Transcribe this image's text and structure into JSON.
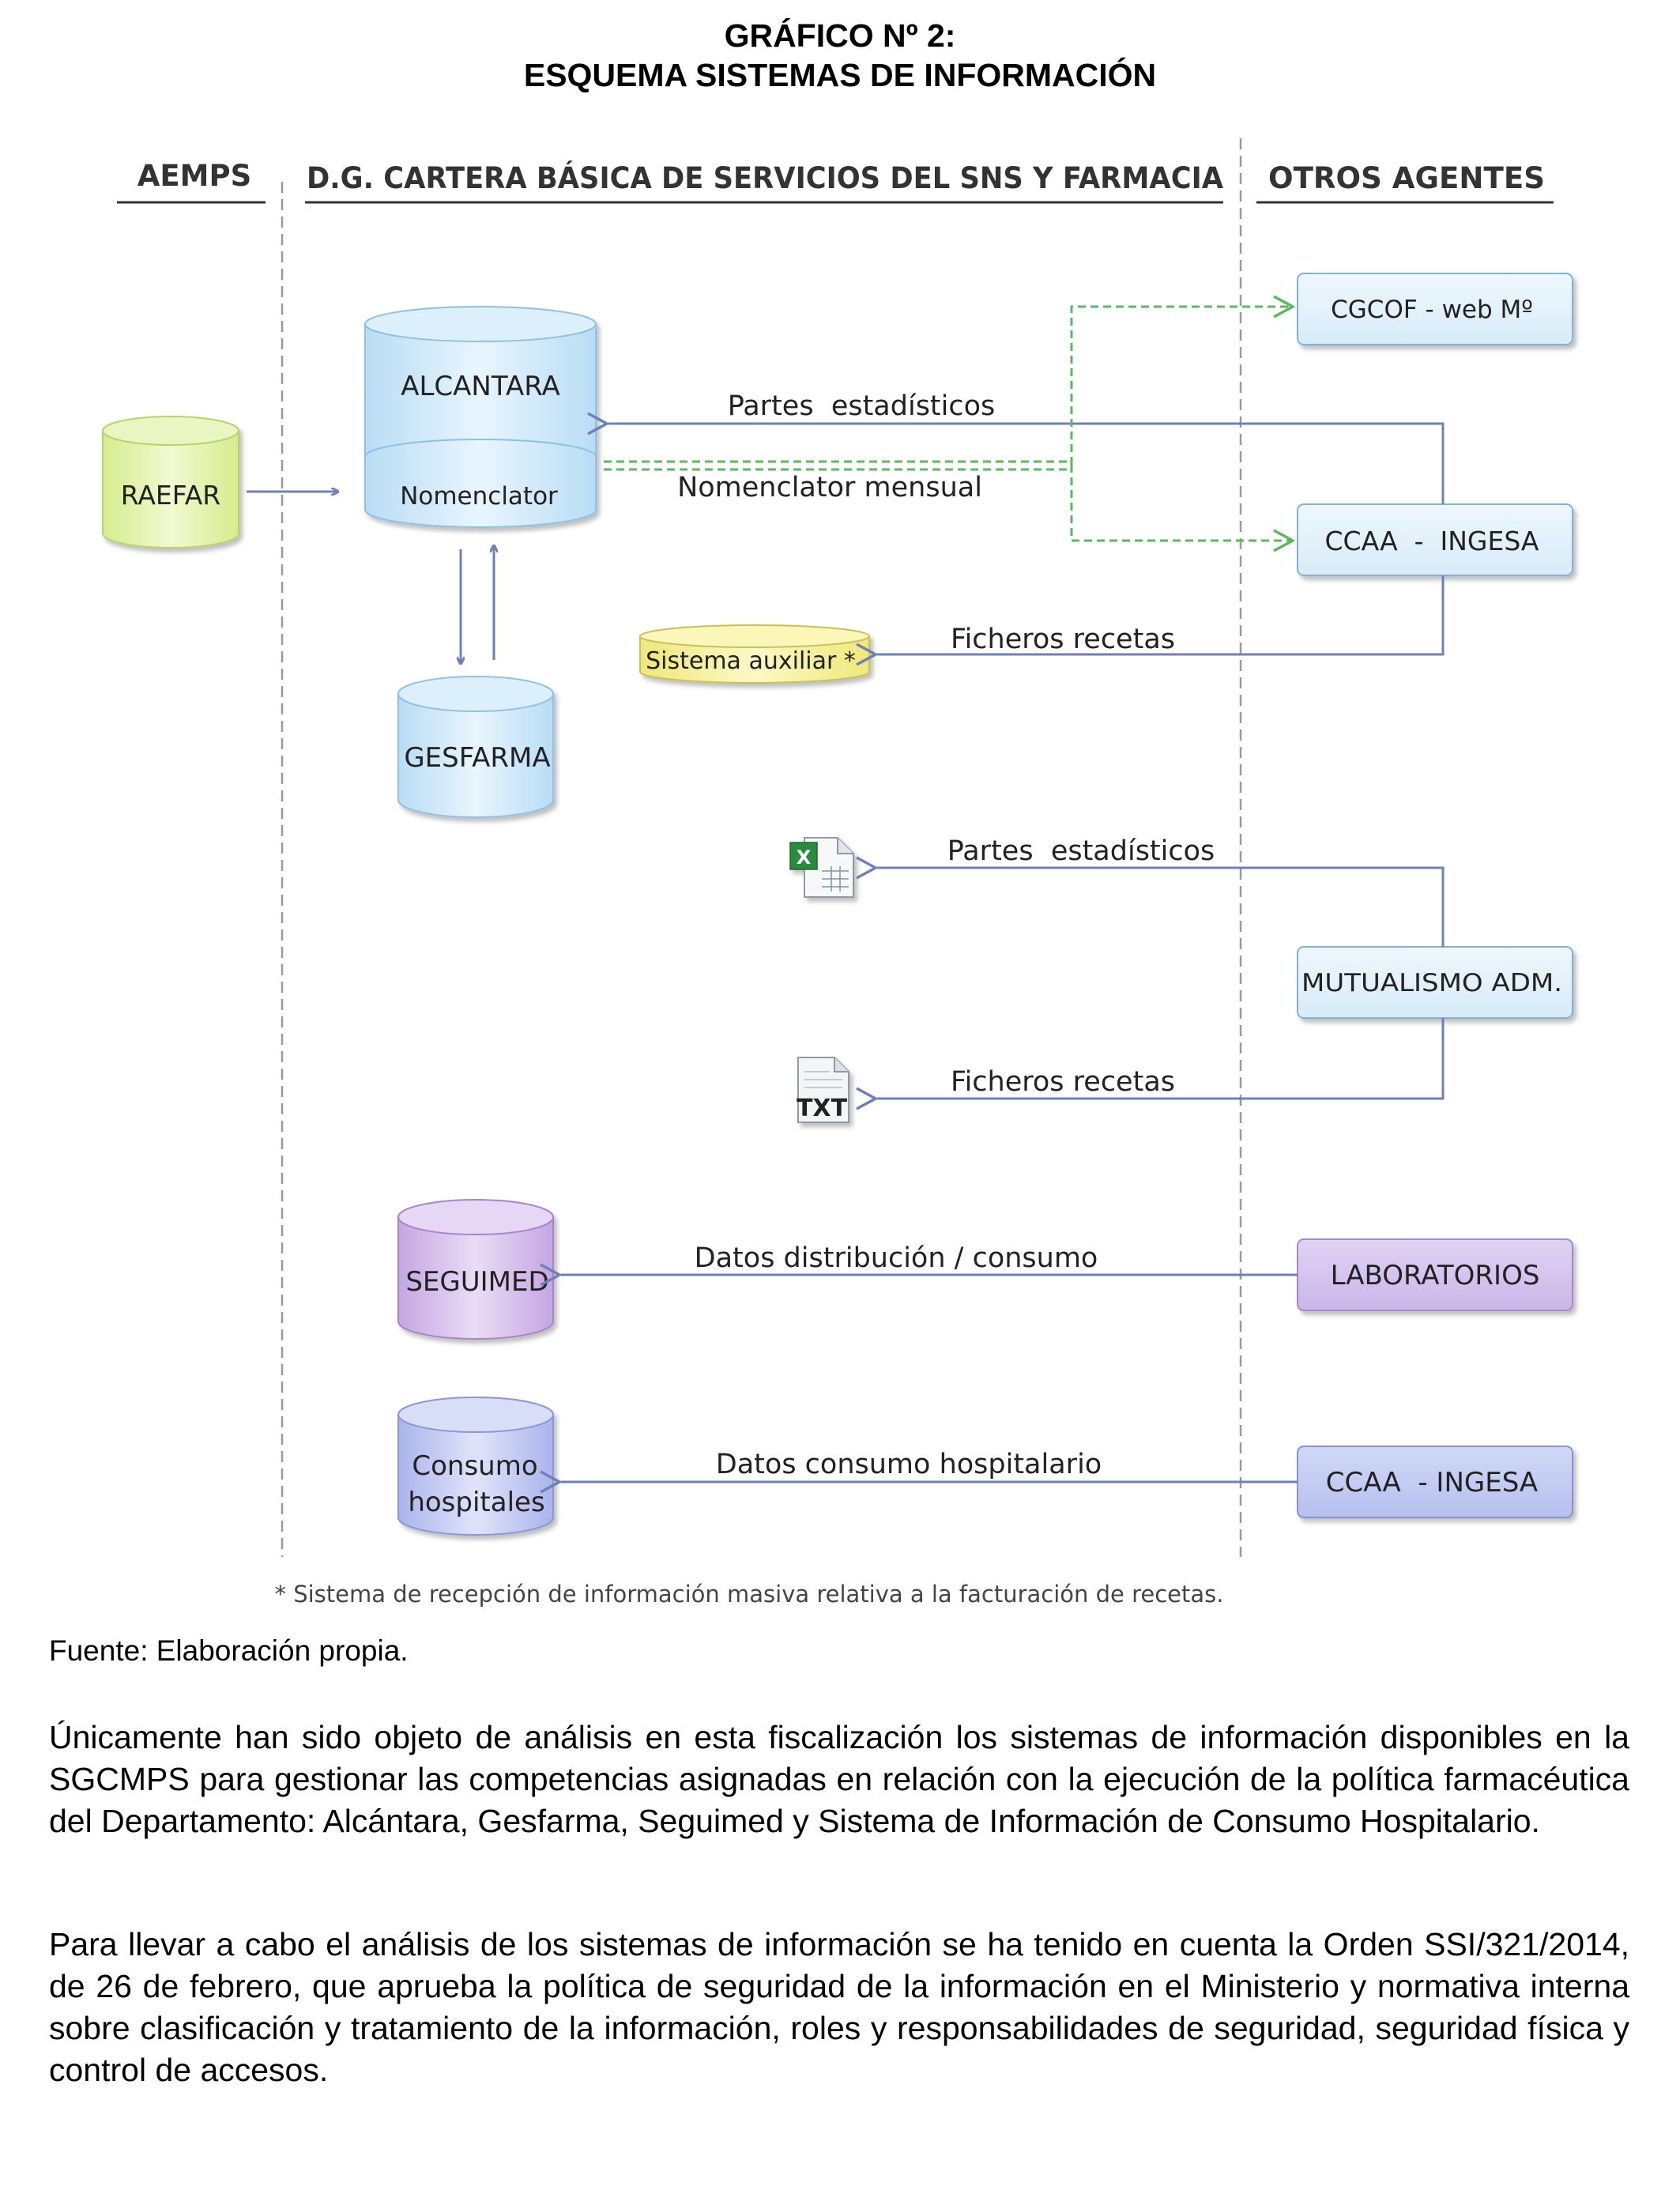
{
  "title": {
    "line1": "GRÁFICO Nº 2:",
    "line2": "ESQUEMA SISTEMAS DE INFORMACIÓN"
  },
  "columns": {
    "left": "AEMPS",
    "center": "D.G. CARTERA BÁSICA DE SERVICIOS DEL SNS Y FARMACIA",
    "right": "OTROS AGENTES"
  },
  "nodes": {
    "raefar": "RAEFAR",
    "alcantara": "ALCANTARA",
    "nomenclator": "Nomenclator",
    "gesfarma": "GESFARMA",
    "sistema_auxiliar": "Sistema auxiliar *",
    "excel_icon": "excel-file-icon",
    "txt_icon": "TXT",
    "seguimed": "SEGUIMED",
    "consumo_line1": "Consumo",
    "consumo_line2": "hospitales",
    "cgcof": "CGCOF - web Mº",
    "ccaa_ingesa_1": "CCAA  -  INGESA",
    "mutualismo": "MUTUALISMO ADM.",
    "laboratorios": "LABORATORIOS",
    "ccaa_ingesa_2": "CCAA  - INGESA"
  },
  "flows": {
    "partes_1": "Partes  estadísticos",
    "nomenclator_mensual": "Nomenclator mensual",
    "ficheros_1": "Ficheros recetas",
    "partes_2": "Partes  estadísticos",
    "ficheros_2": "Ficheros recetas",
    "distribucion": "Datos distribución / consumo",
    "consumo_hosp": "Datos consumo hospitalario"
  },
  "footnote": "* Sistema de recepción de información masiva relativa a la facturación de recetas.",
  "source": "Fuente: Elaboración propia.",
  "paragraphs": [
    "Únicamente han sido objeto de análisis en esta fiscalización los sistemas de información disponibles en la SGCMPS para gestionar las competencias asignadas en relación con la ejecución de la política farmacéutica del Departamento: Alcántara, Gesfarma, Seguimed y Sistema de Información de Consumo Hospitalario.",
    "Para llevar a cabo el análisis de los sistemas de información se ha tenido en cuenta la Orden SSI/321/2014, de 26 de febrero, que aprueba la política de seguridad de la información en el Ministerio y normativa interna sobre clasificación y tratamiento de la información, roles y responsabilidades de seguridad, seguridad física y control de accesos."
  ],
  "colors": {
    "arrow_blue": "#6f80b8",
    "arrow_green": "#5cb85c",
    "cyl_green": "#e4f3b0",
    "cyl_blue": "#cfe8f8",
    "cyl_yellow": "#f7f3a0",
    "cyl_purple": "#d8c2ec",
    "cyl_indigo": "#c6cdf4",
    "box_light": "#e4f1fb",
    "box_purple": "#d6c6ee",
    "box_indigo": "#c4cdf2"
  }
}
